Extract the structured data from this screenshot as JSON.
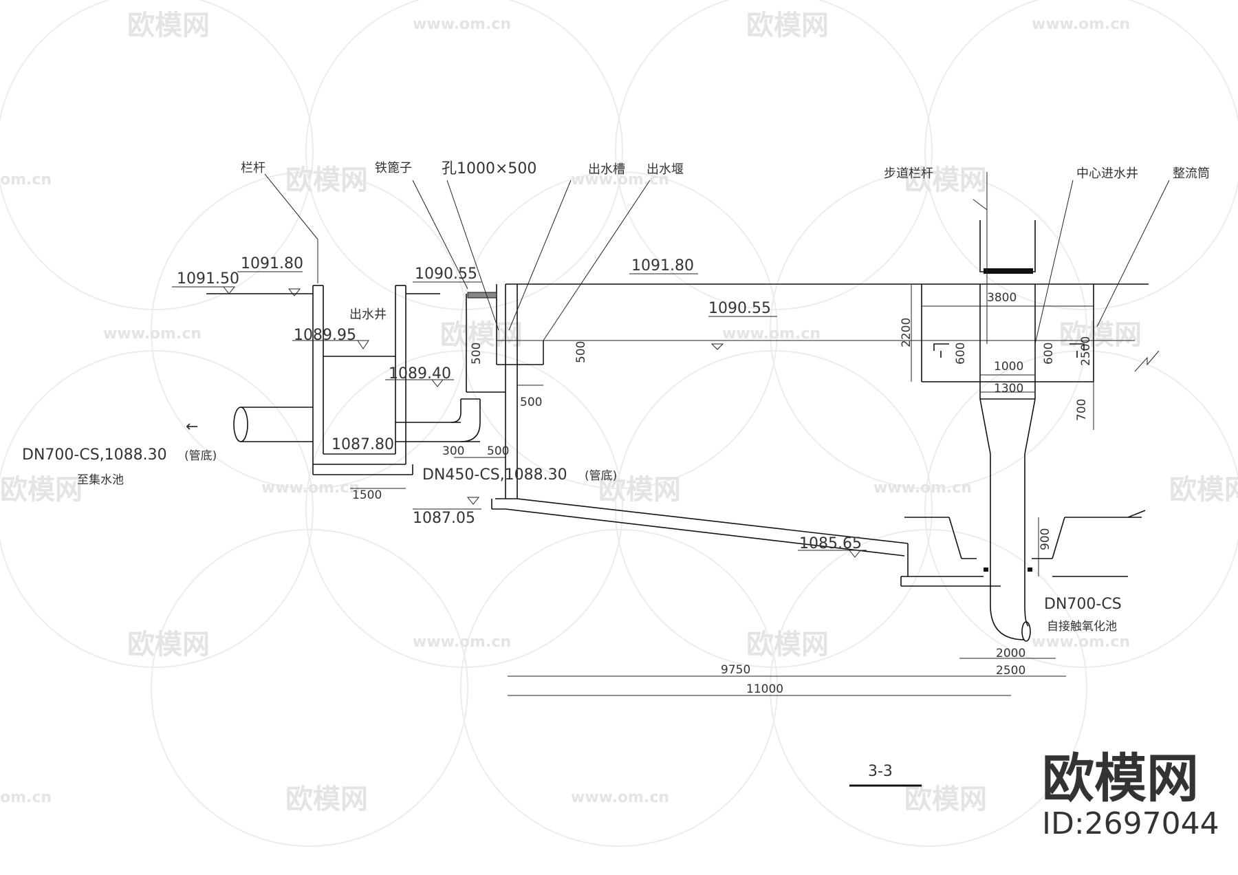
{
  "watermarks": {
    "logo": "欧模网",
    "url": "www.om.cn",
    "url_short": "om.cn"
  },
  "labels": {
    "railing": "栏杆",
    "grate": "铁篦子",
    "hole": "孔1000×500",
    "outlet_channel": "出水槽",
    "outlet_weir": "出水堰",
    "walkway_railing": "步道栏杆",
    "center_well": "中心进水井",
    "stilling_tube": "整流筒",
    "outlet_well": "出水井",
    "to_sump": "至集水池",
    "to_contact": "自接触氧化池",
    "section": "3-3",
    "pipe_700_left": "DN700-CS,1088.30",
    "pipe_450": "DN450-CS,1088.30",
    "pipe_bottom": "(管底)",
    "pipe_700_right": "DN700-CS",
    "arrow": "←"
  },
  "elevations": {
    "e1": "1091.50",
    "e2": "1091.80",
    "e3": "1090.55",
    "e4": "1089.95",
    "e5": "1089.40",
    "e6": "1087.80",
    "e7": "1087.05",
    "e8": "1091.80",
    "e9": "1090.55",
    "e10": "1085.65"
  },
  "dims": {
    "d500a": "500",
    "d500b": "500",
    "d500c": "500",
    "d300": "300",
    "d500d": "500",
    "d1500": "1500",
    "d3800": "3800",
    "d2200": "2200",
    "d600a": "600",
    "d1000": "1000",
    "d600b": "600",
    "d2500v": "2500",
    "d1300": "1300",
    "d700": "700",
    "d900": "900",
    "d2000": "2000",
    "d2500": "2500",
    "d9750": "9750",
    "d11000": "11000"
  },
  "brand": {
    "name": "欧模网",
    "id": "ID:2697044"
  }
}
